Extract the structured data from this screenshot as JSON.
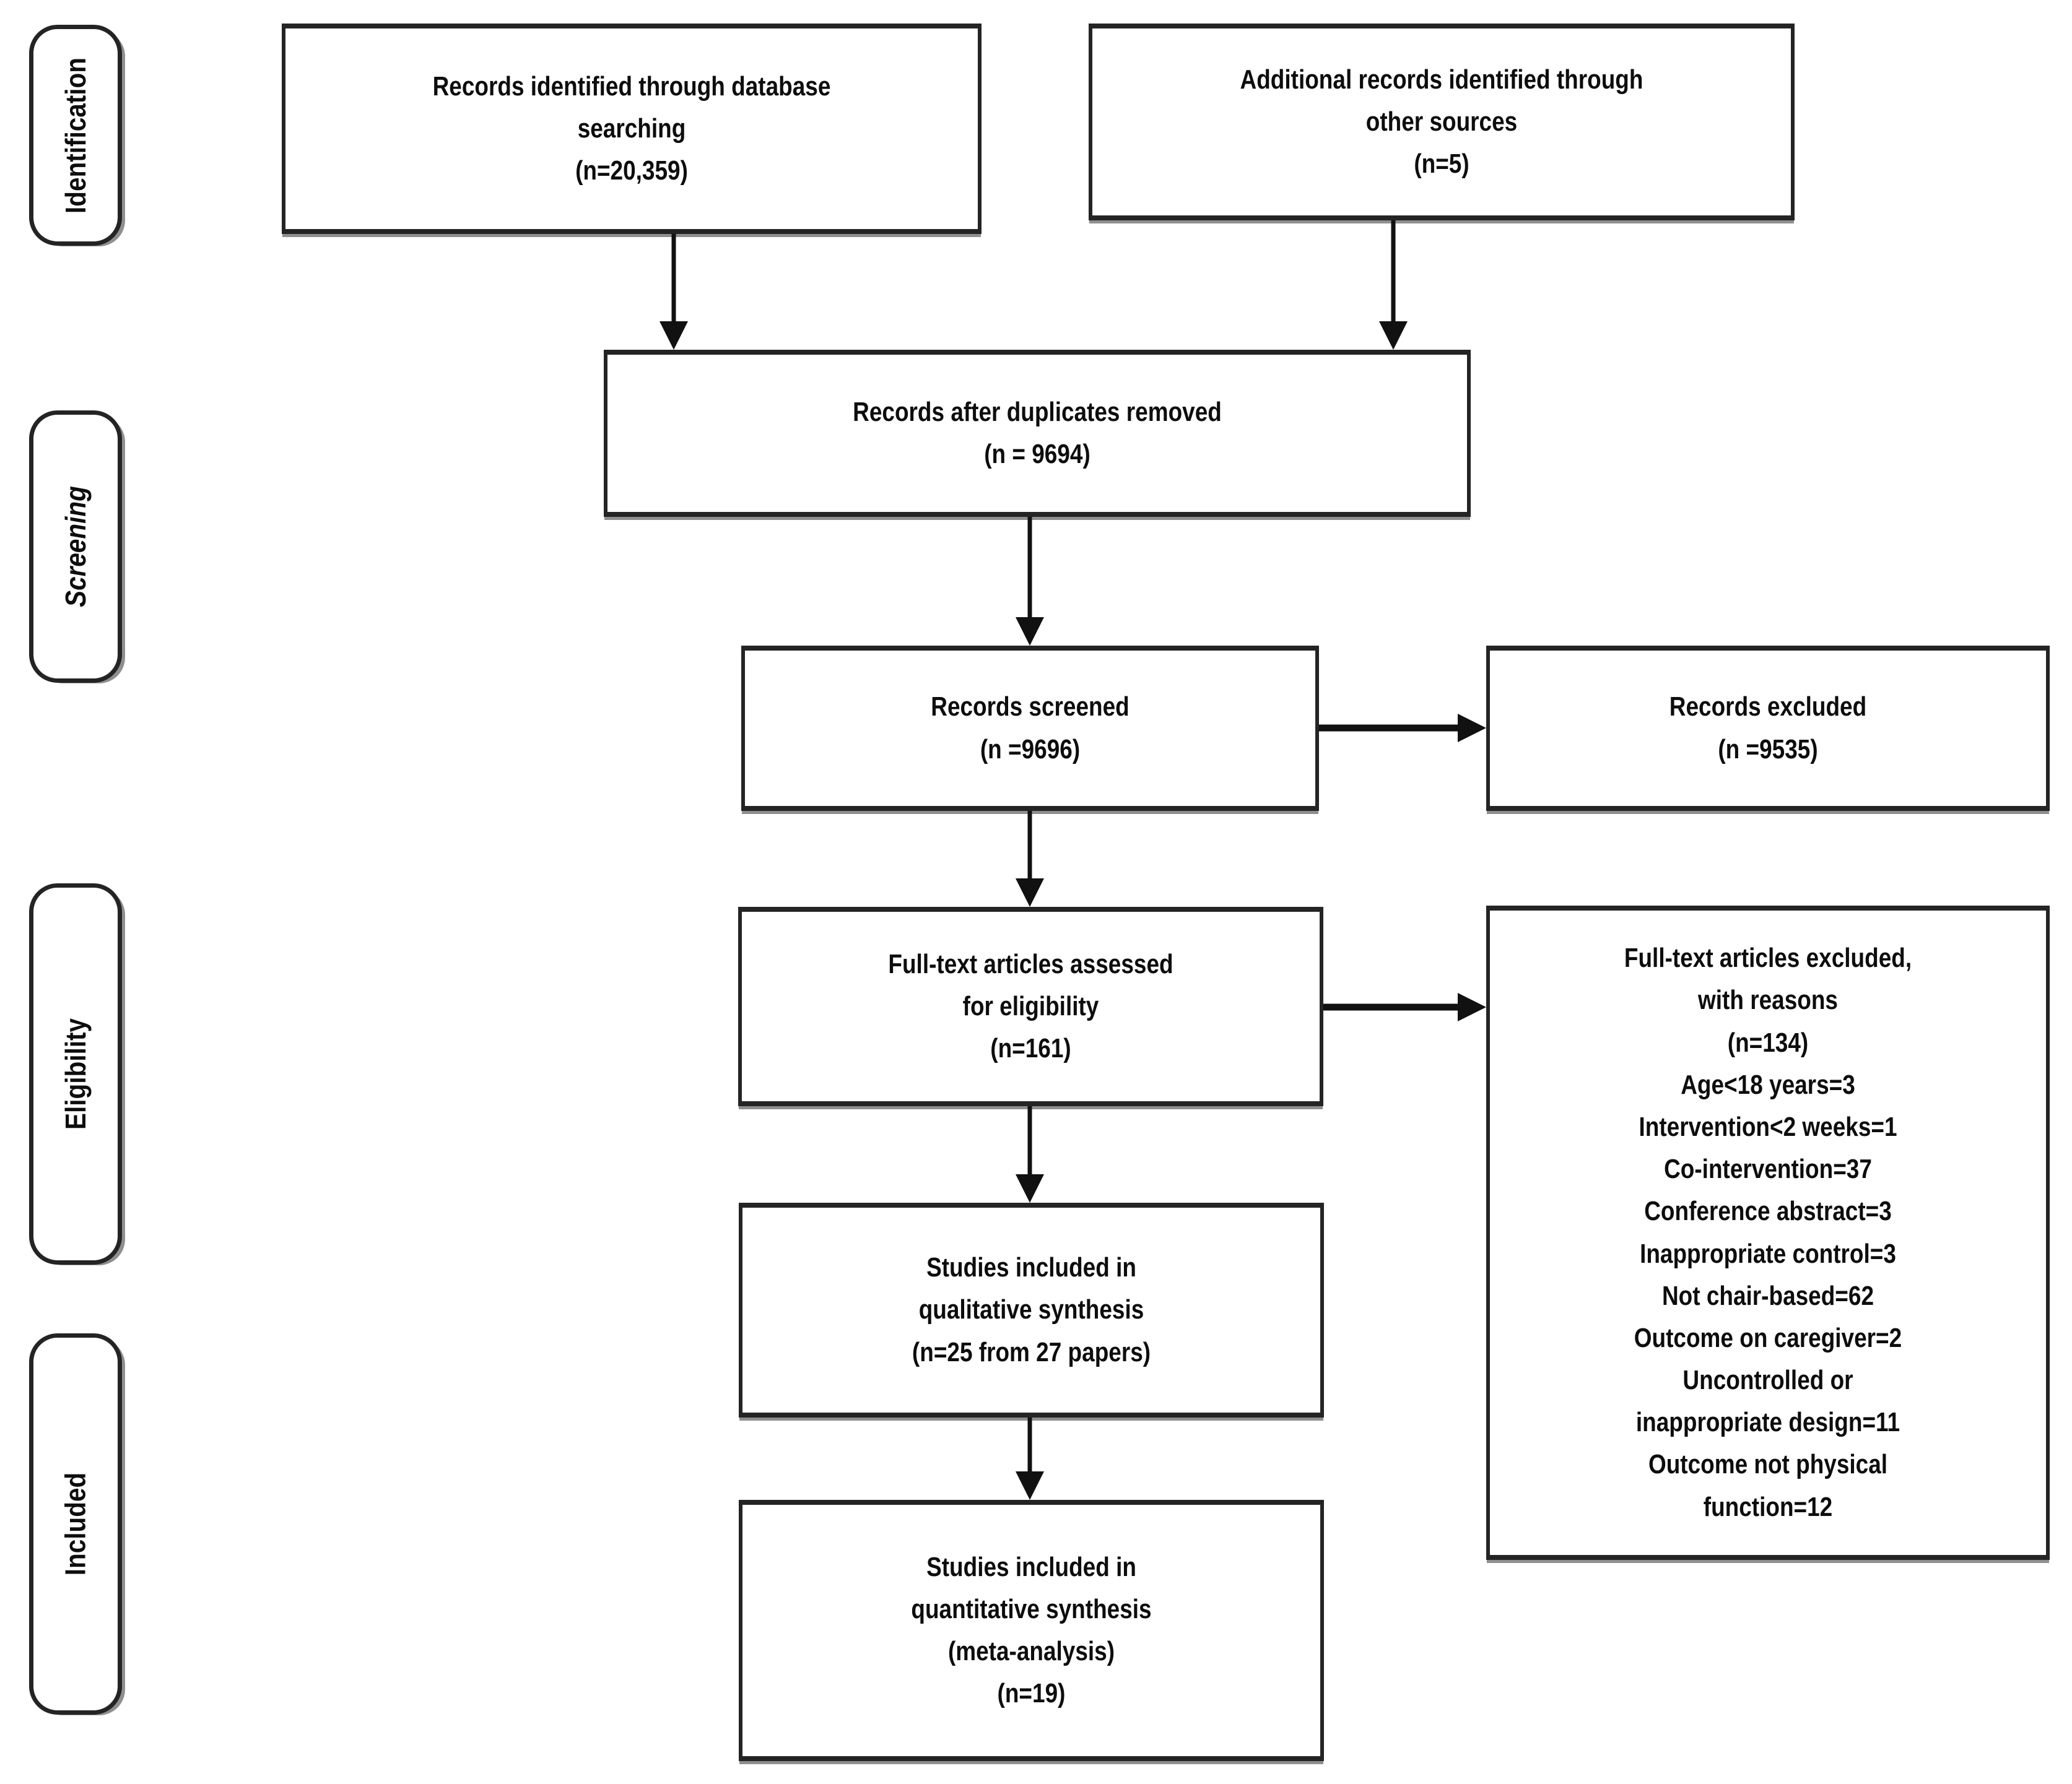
{
  "diagram": {
    "type": "prisma-flow-diagram",
    "colors": {
      "box_border": "#242424",
      "box_background": "#ffffff",
      "arrow": "#111111",
      "text": "#0d0d0d",
      "shadow": "#8f8f8f"
    },
    "stages": [
      {
        "id": "identification",
        "label": "Identification"
      },
      {
        "id": "screening",
        "label": "Screening"
      },
      {
        "id": "eligibility",
        "label": "Eligibility"
      },
      {
        "id": "included",
        "label": "Included"
      }
    ],
    "nodes": {
      "records_identified": {
        "text": "Records identified through database\nsearching\n(n=20,359)"
      },
      "additional_records": {
        "text": "Additional records identified through\nother sources\n(n=5)"
      },
      "after_duplicates": {
        "text": "Records after duplicates removed\n(n = 9694)"
      },
      "records_screened": {
        "text": "Records screened\n(n =9696)"
      },
      "records_excluded": {
        "text": "Records excluded\n(n =9535)"
      },
      "fulltext_assessed": {
        "text": "Full-text articles assessed\nfor eligibility\n(n=161)"
      },
      "fulltext_excluded": {
        "text": "Full-text articles excluded,\nwith reasons\n(n=134)\nAge<18 years=3\nIntervention<2 weeks=1\nCo-intervention=37\nConference abstract=3\nInappropriate control=3\nNot chair-based=62\nOutcome on caregiver=2\nUncontrolled or\ninappropriate design=11\nOutcome not physical\nfunction=12"
      },
      "qualitative_synthesis": {
        "text": "Studies included in\nqualitative synthesis\n(n=25 from 27 papers)"
      },
      "quantitative_synthesis": {
        "text": "Studies included in\nquantitative synthesis\n(meta-analysis)\n(n=19)"
      }
    }
  }
}
